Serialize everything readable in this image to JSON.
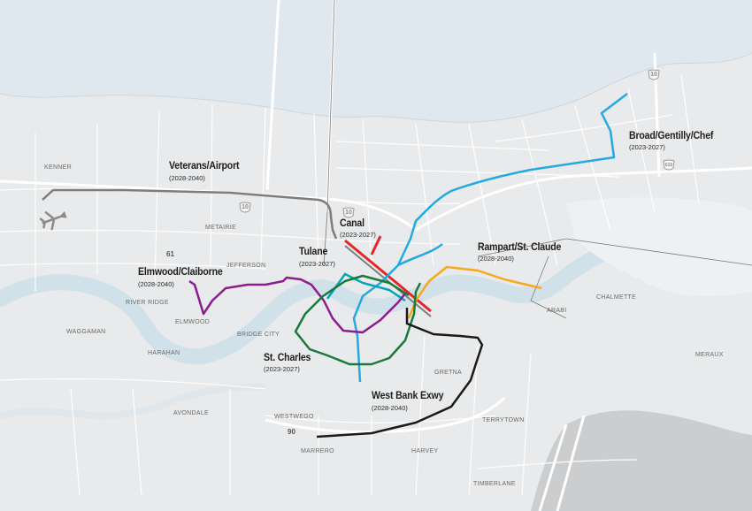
{
  "routes": {
    "veterans": {
      "name": "Veterans/Airport",
      "years": "(2028-2040)",
      "color": "#7d7d7d"
    },
    "canal": {
      "name": "Canal",
      "years": "(2023-2027)",
      "color": "#e3262b"
    },
    "broad": {
      "name": "Broad/Gentilly/Chef",
      "years": "(2023-2027)",
      "color": "#24a9e1"
    },
    "rampart": {
      "name": "Rampart/St. Claude",
      "years": "(2028-2040)",
      "color": "#f7a81b"
    },
    "tulane": {
      "name": "Tulane",
      "years": "(2023-2027)",
      "color": "#00a6b8"
    },
    "elmwood": {
      "name": "Elmwood/Claiborne",
      "years": "(2028-2040)",
      "color": "#8b1d8f"
    },
    "stcharles": {
      "name": "St. Charles",
      "years": "(2023-2027)",
      "color": "#1a7a3c"
    },
    "westbank": {
      "name": "West Bank Exwy",
      "years": "(2028-2040)",
      "color": "#1a1a1a"
    }
  },
  "places": {
    "kenner": "KENNER",
    "metairie": "METAIRIE",
    "jefferson": "JEFFERSON",
    "river_ridge": "RIVER RIDGE",
    "elmwood": "ELMWOOD",
    "waggaman": "WAGGAMAN",
    "harahan": "HARAHAN",
    "bridge_city": "BRIDGE CITY",
    "avondale": "AVONDALE",
    "westwego": "WESTWEGO",
    "marrero": "MARRERO",
    "gretna": "GRETNA",
    "harvey": "HARVEY",
    "terrytown": "TERRYTOWN",
    "timberlane": "TIMBERLANE",
    "arabi": "ARABI",
    "chalmette": "CHALMETTE",
    "meraux": "MERAUX"
  },
  "highways": {
    "i10_west": "10",
    "i10_east": "10",
    "i610": "610",
    "i10_ne": "10",
    "us61": "61",
    "us90": "90"
  },
  "colors": {
    "lake": "#dfe8ee",
    "river": "#d1e1ea",
    "land": "#e9eaeb",
    "roads": "#ffffff",
    "label_text": "#6a6a6a"
  },
  "icons": {
    "airport": "airplane-icon"
  }
}
